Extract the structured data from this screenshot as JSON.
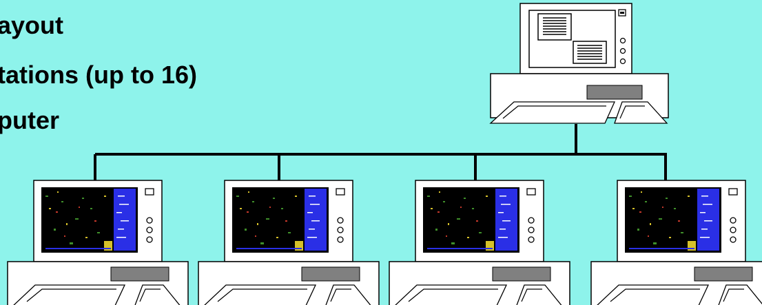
{
  "slide": {
    "lines": [
      "ayout",
      "tations (up to 16)",
      "puter"
    ]
  },
  "colors": {
    "background": "#8ef3eb",
    "line": "#000000",
    "screen_blue": "#2a2fe6",
    "screen_black": "#000000",
    "device_fill": "#ffffff",
    "drive_gray": "#808080"
  },
  "icons": {
    "server": "host-computer-icon",
    "workstation": "workstation-icon"
  },
  "workstation_count": 4
}
